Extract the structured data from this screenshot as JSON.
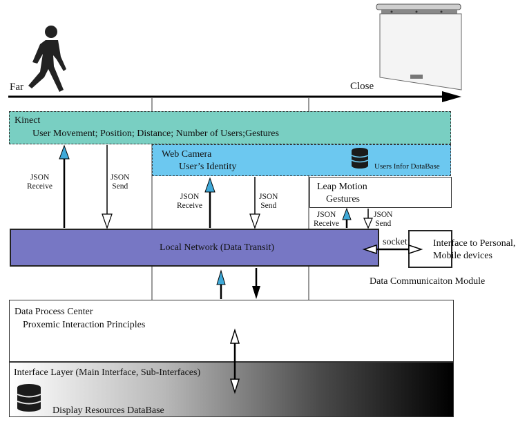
{
  "axis": {
    "far_label": "Far",
    "close_label": "Close"
  },
  "kinect": {
    "title": "Kinect",
    "subtitle": "User Movement; Position; Distance; Number of Users;Gestures"
  },
  "webcam": {
    "title": "Web Camera",
    "subtitle": "User’s Identity",
    "db_label": "Users Infor DataBase"
  },
  "leap": {
    "title": "Leap Motion",
    "subtitle": "Gestures"
  },
  "network": {
    "label": "Local Network (Data Transit)"
  },
  "json": {
    "receive": "JSON\nReceive",
    "send": "JSON\nSend"
  },
  "socket_label": "socket",
  "interface_personal": "Interface to Personal,\nMobile devices",
  "data_comm_module": "Data Communicaiton Module",
  "data_process": {
    "title": "Data Process Center",
    "subtitle": "Proxemic Interaction Principles"
  },
  "interface_layer": {
    "title": "Interface Layer  (Main Interface, Sub-Interfaces)",
    "db_label": "Display Resources DataBase"
  },
  "colors": {
    "kinect": "#79cfc2",
    "webcam": "#6cc8f0",
    "network": "#7777c4",
    "arrow_head_blue": "#3fa9d8"
  },
  "icons": [
    "walking-person-icon",
    "projection-screen-icon",
    "database-icon"
  ]
}
